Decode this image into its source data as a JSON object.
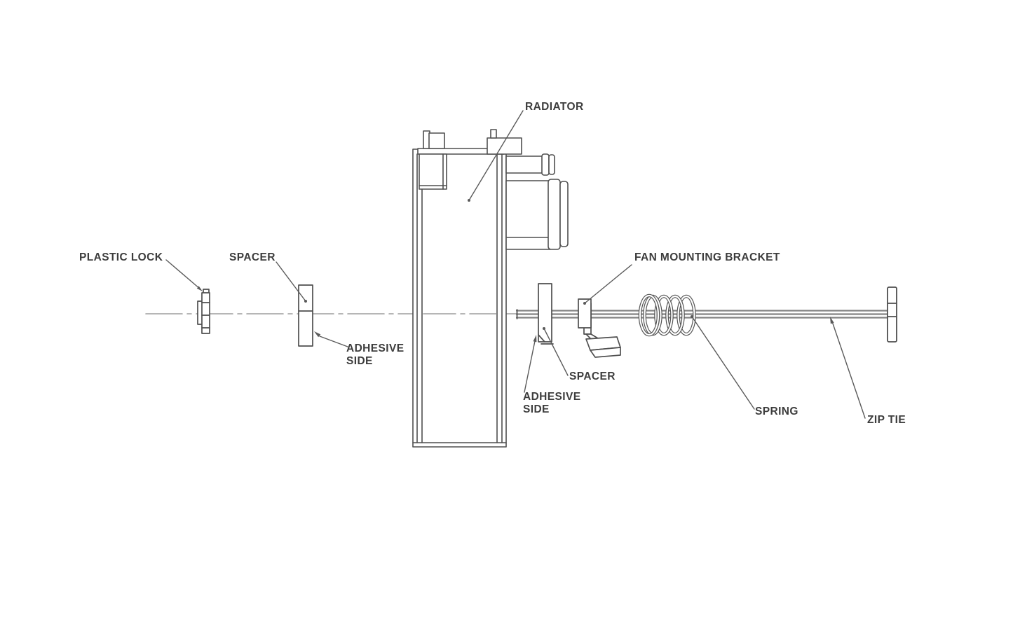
{
  "labels": {
    "radiator": "RADIATOR",
    "plastic_lock": "PLASTIC LOCK",
    "spacer_left": "SPACER",
    "adhesive_left_1": "ADHESIVE",
    "adhesive_left_2": "SIDE",
    "fan_bracket": "FAN MOUNTING BRACKET",
    "spacer_right": "SPACER",
    "adhesive_right_1": "ADHESIVE",
    "adhesive_right_2": "SIDE",
    "spring": "SPRING",
    "zip_tie": "ZIP TIE"
  },
  "colors": {
    "line": "#4f4f4f",
    "rod": "#828282",
    "centerline": "#9e9e9e",
    "text": "#3d3d3d",
    "background": "#ffffff"
  }
}
